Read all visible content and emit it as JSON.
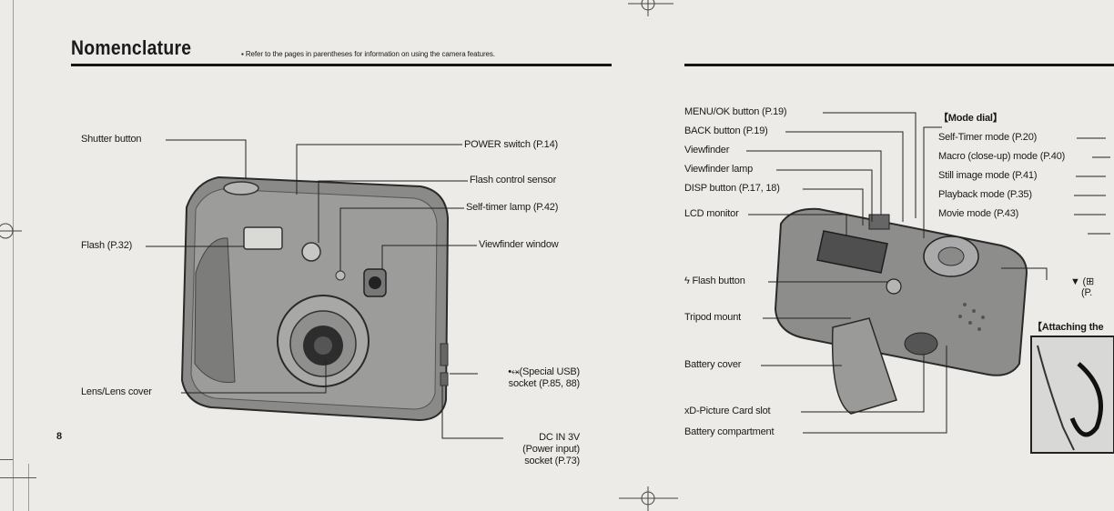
{
  "left_page": {
    "title": "Nomenclature",
    "note": "▪ Refer to the pages in parentheses for information on using the camera features.",
    "page_number": "8",
    "labels": {
      "shutter": "Shutter button",
      "flash": "Flash (P.32)",
      "lens": "Lens/Lens cover",
      "power": "POWER switch (P.14)",
      "flash_sensor": "Flash control sensor",
      "self_timer_lamp": "Self-timer lamp (P.42)",
      "viewfinder_window": "Viewfinder window",
      "usb_1": "•⬾(Special USB)",
      "usb_2": "socket (P.85, 88)",
      "dc_1": "DC IN 3V",
      "dc_2": "(Power input)",
      "dc_3": "socket (P.73)"
    }
  },
  "right_page": {
    "labels": {
      "menu_ok": "MENU/OK button (P.19)",
      "back": "BACK button (P.19)",
      "viewfinder": "Viewfinder",
      "viewfinder_lamp": "Viewfinder lamp",
      "disp": "DISP button (P.17, 18)",
      "lcd": "LCD monitor",
      "flash_button": "ϟ Flash button",
      "tripod": "Tripod mount",
      "battery_cover": "Battery cover",
      "xd_slot": "xD-Picture Card slot",
      "battery_compartment": "Battery compartment"
    },
    "mode_dial": {
      "heading": "【Mode dial】",
      "items": [
        "Self-Timer mode (P.20)",
        "Macro (close-up) mode (P.40)",
        "Still image mode (P.41)",
        "Playback mode (P.35)",
        "Movie mode (P.43)"
      ]
    },
    "down_label_1": "▼ (⊞",
    "down_label_2": "(P.",
    "attaching_heading": "【Attaching the"
  }
}
